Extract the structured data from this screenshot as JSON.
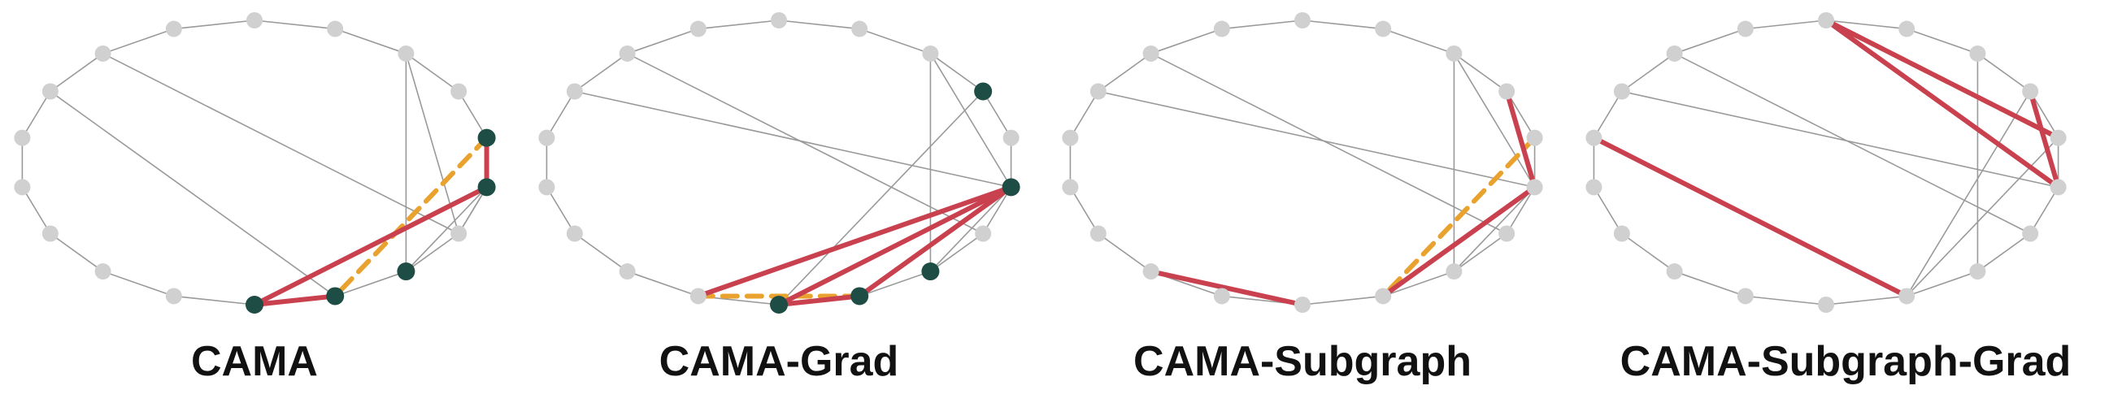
{
  "colors": {
    "node_default": "#d0d0d0",
    "node_highlight": "#1e4d45",
    "edge_default": "#9a9a9a",
    "edge_red": "#c9414f",
    "edge_orange": "#eaa22e"
  },
  "panels": [
    {
      "title": "CAMA",
      "highlight_nodes": [
        4,
        5,
        7,
        8,
        9
      ],
      "red_edges": [
        [
          4,
          5
        ],
        [
          5,
          9
        ],
        [
          9,
          8
        ]
      ],
      "orange_edges": [
        [
          4,
          8
        ]
      ],
      "base_edges_extra": [
        [
          15,
          8
        ],
        [
          5,
          6
        ],
        [
          5,
          7
        ],
        [
          2,
          6
        ]
      ]
    },
    {
      "title": "CAMA-Grad",
      "highlight_nodes": [
        3,
        5,
        7,
        8,
        9
      ],
      "red_edges": [
        [
          5,
          8
        ],
        [
          5,
          10
        ],
        [
          8,
          9
        ],
        [
          5,
          9
        ]
      ],
      "orange_edges": [
        [
          10,
          8
        ]
      ],
      "base_edges_extra": [
        [
          15,
          5
        ],
        [
          3,
          9
        ],
        [
          5,
          7
        ],
        [
          2,
          5
        ]
      ]
    },
    {
      "title": "CAMA-Subgraph",
      "highlight_nodes": [],
      "red_edges": [
        [
          3,
          5
        ],
        [
          5,
          8
        ],
        [
          9,
          11
        ]
      ],
      "orange_edges": [
        [
          4,
          8
        ]
      ],
      "base_edges_extra": [
        [
          15,
          5
        ],
        [
          2,
          5
        ],
        [
          5,
          7
        ]
      ]
    },
    {
      "title": "CAMA-Subgraph-Grad",
      "highlight_nodes": [],
      "red_edges": [
        [
          14,
          8
        ],
        [
          0,
          5
        ],
        [
          0,
          4
        ],
        [
          3,
          5
        ]
      ],
      "orange_edges": [
        [
          0,
          4
        ]
      ],
      "base_edges_extra": [
        [
          15,
          5
        ],
        [
          3,
          8
        ],
        [
          4,
          8
        ]
      ]
    }
  ]
}
